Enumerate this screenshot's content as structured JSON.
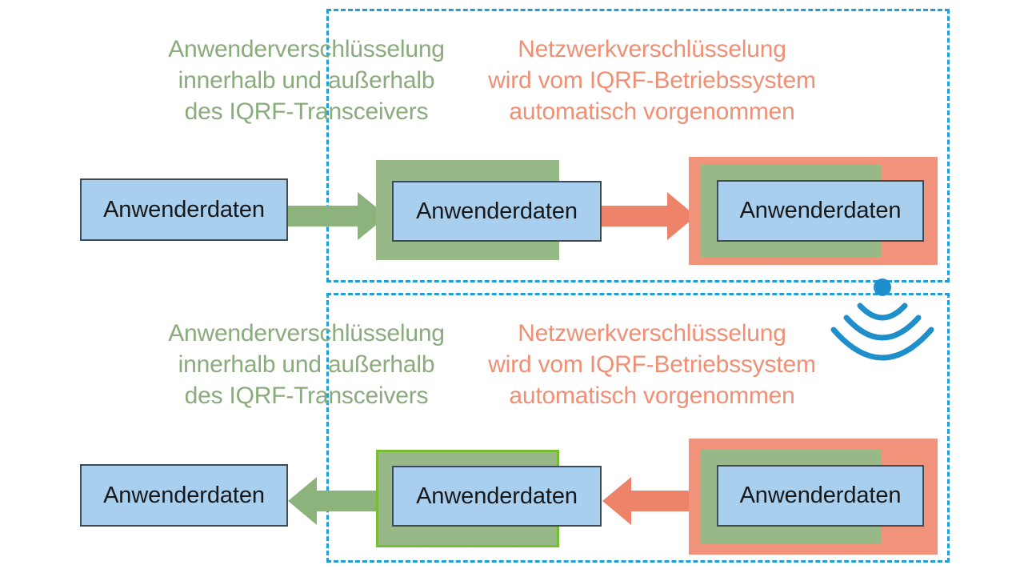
{
  "diagram": {
    "title_text_green": "Anwenderverschlüsselung\ninnerhalb und außerhalb\ndes IQRF-Transceivers",
    "title_text_orange": "Netzwerkverschlüsselung\nwird vom IQRF-Betriebssystem\nautomatisch vorgenommen",
    "box_label": "Anwenderdaten",
    "colors": {
      "dashed_border": "#1f9fd8",
      "box_fill": "#a8cfee",
      "box_border": "#3e4a54",
      "user_encryption_green": "#97b887",
      "user_encryption_green_outline": "#79bd34",
      "network_encryption_orange": "#f1937a",
      "caption_green": "#8aab7c",
      "caption_orange": "#ef8f74",
      "arrow_green": "#8cb37c",
      "arrow_orange": "#ed8368",
      "rf_icon_blue": "#1f8fcc"
    },
    "top_section": {
      "caption_green": "Anwenderverschlüsselung\ninnerhalb und außerhalb\ndes IQRF-Transceivers",
      "caption_orange": "Netzwerkverschlüsselung\nwird vom IQRF-Betriebssystem\nautomatisch vorgenommen",
      "box_1_label": "Anwenderdaten",
      "box_2_label": "Anwenderdaten",
      "box_3_label": "Anwenderdaten",
      "arrow_1_direction": "right",
      "arrow_2_direction": "right"
    },
    "bottom_section": {
      "caption_green": "Anwenderverschlüsselung\ninnerhalb und außerhalb\ndes IQRF-Transceivers",
      "caption_orange": "Netzwerkverschlüsselung\nwird vom IQRF-Betriebssystem\nautomatisch vorgenommen",
      "box_1_label": "Anwenderdaten",
      "box_2_label": "Anwenderdaten",
      "box_3_label": "Anwenderdaten",
      "arrow_1_direction": "left",
      "arrow_2_direction": "left"
    },
    "rf_icon_name": "wireless-signal-icon"
  }
}
